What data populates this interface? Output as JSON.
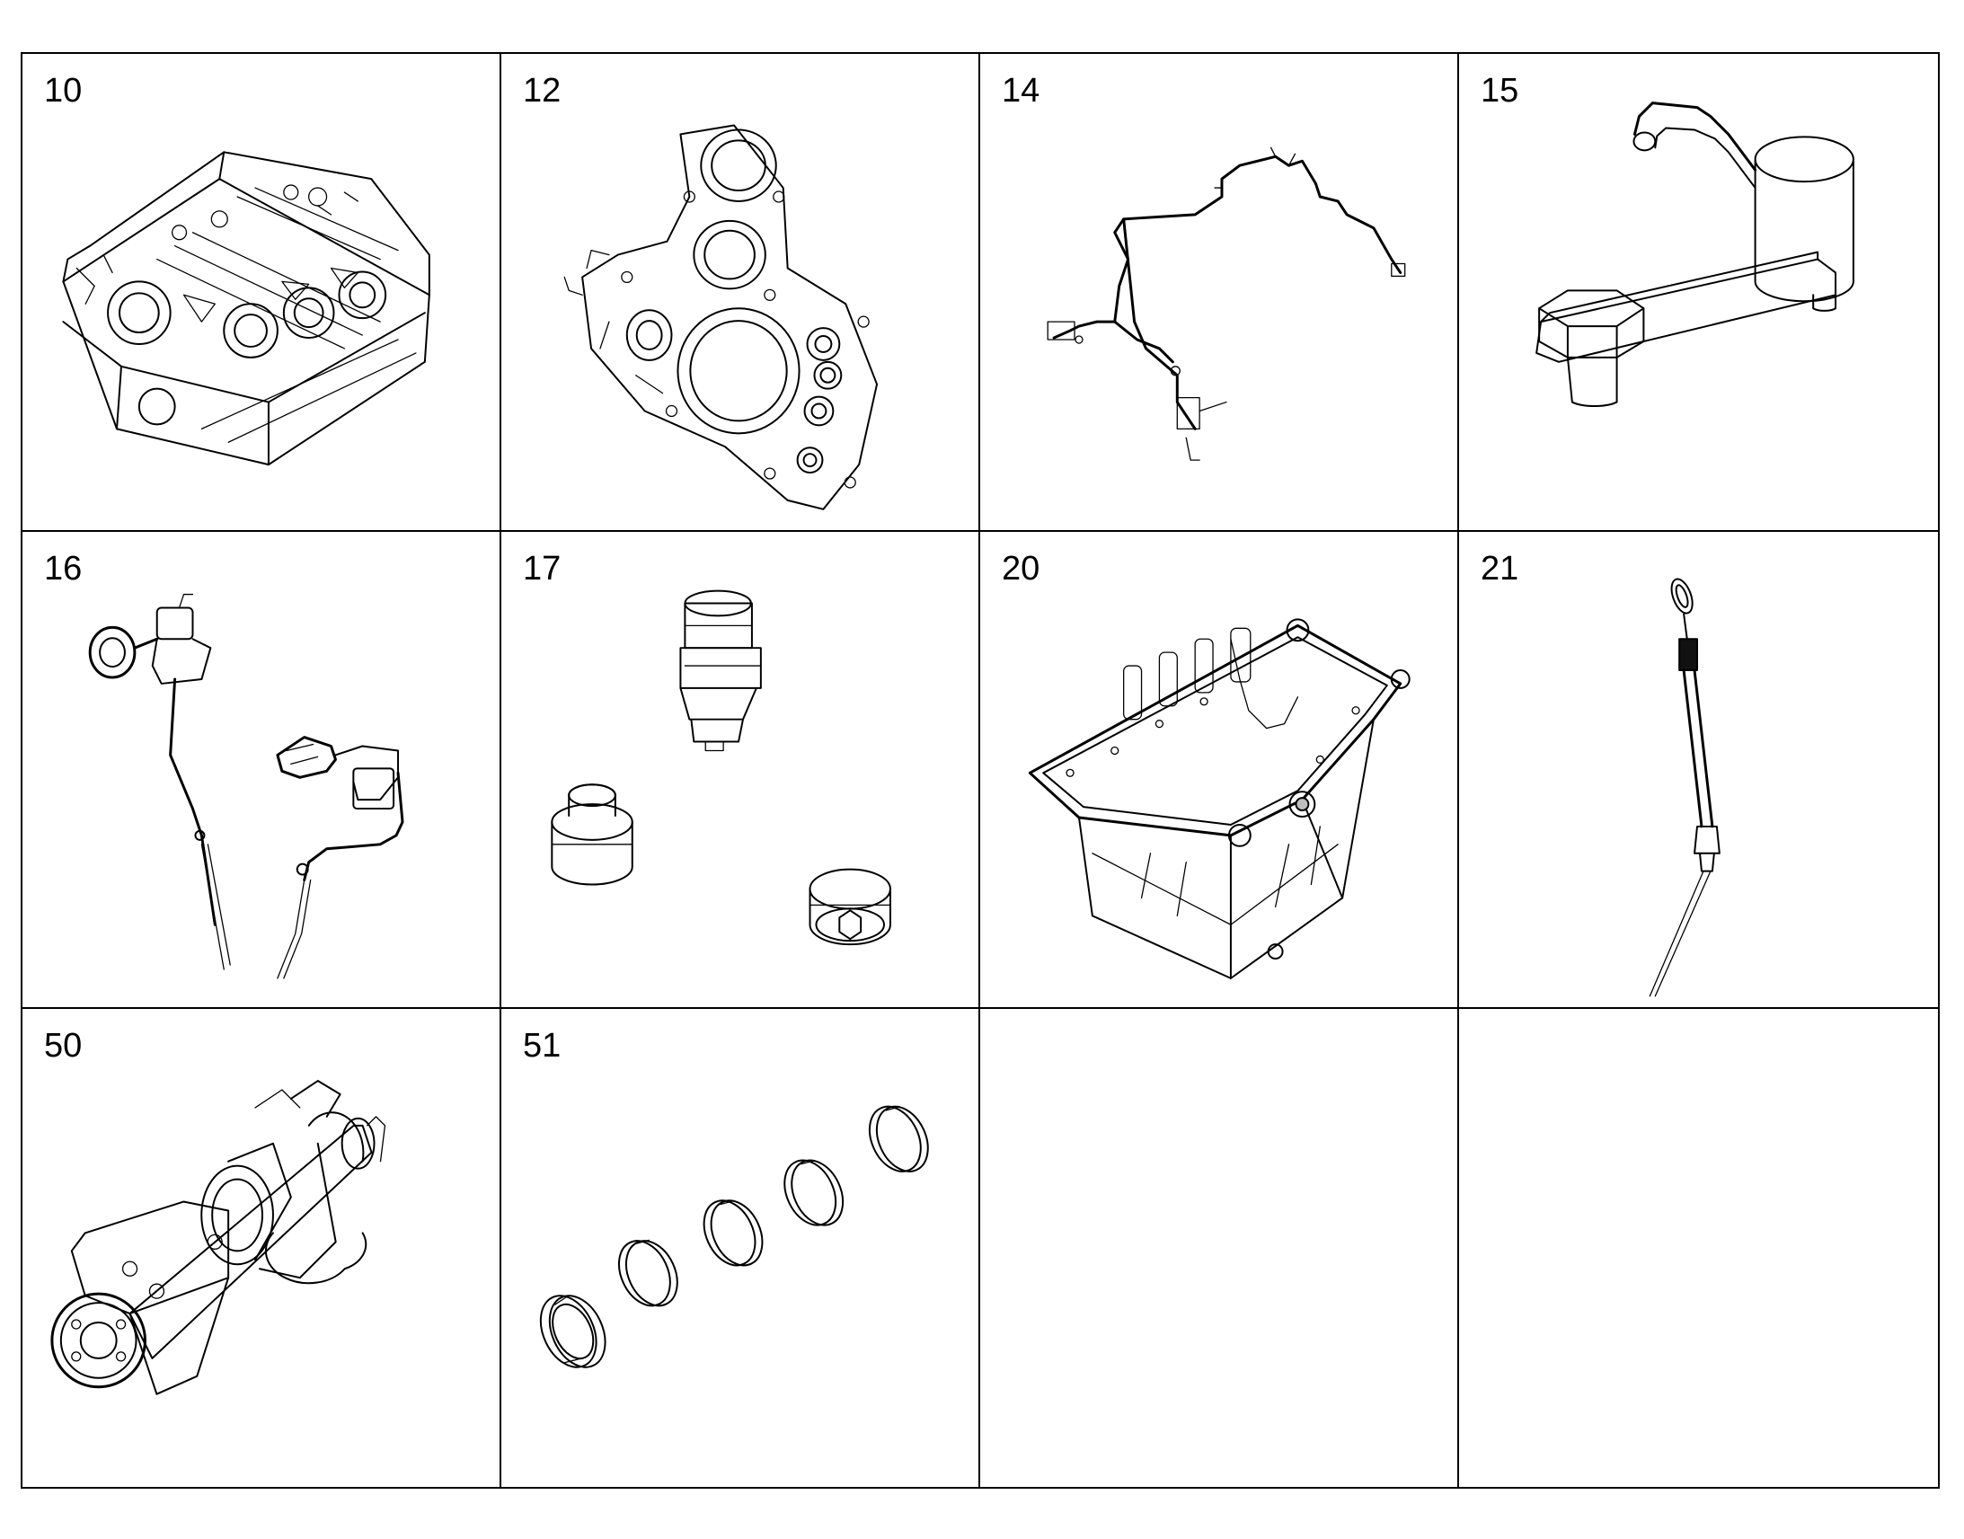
{
  "parts": [
    {
      "number": "10",
      "icon": "engine-block-icon"
    },
    {
      "number": "12",
      "icon": "timing-case-cover-icon"
    },
    {
      "number": "14",
      "icon": "wiring-harness-icon"
    },
    {
      "number": "15",
      "icon": "oil-filter-housing-icon"
    },
    {
      "number": "16",
      "icon": "oil-dipstick-tube-icon"
    },
    {
      "number": "17",
      "icon": "screw-plugs-icon"
    },
    {
      "number": "20",
      "icon": "oil-pan-icon"
    },
    {
      "number": "21",
      "icon": "oil-dipstick-icon"
    },
    {
      "number": "50",
      "icon": "crankshaft-icon"
    },
    {
      "number": "51",
      "icon": "bearing-shells-icon"
    },
    {
      "number": "",
      "icon": ""
    },
    {
      "number": "",
      "icon": ""
    }
  ]
}
